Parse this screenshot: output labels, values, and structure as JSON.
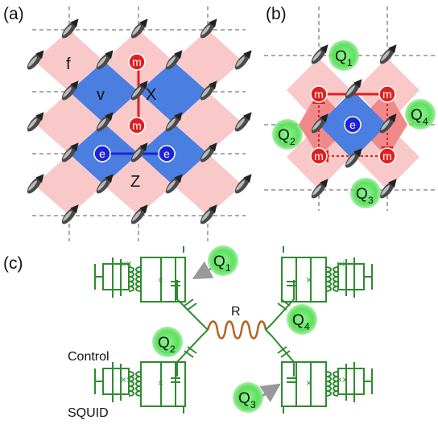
{
  "panels": {
    "a": "(a)",
    "b": "(b)",
    "c": "(c)"
  },
  "lattice": {
    "face_label": "f",
    "vertex_label": "v",
    "x_label": "X",
    "z_label": "Z",
    "m_node": "m",
    "e_node": "e"
  },
  "qubits": {
    "q_letter": "Q",
    "q1": "1",
    "q2": "2",
    "q3": "3",
    "q4": "4"
  },
  "circuit": {
    "resonator_label": "R",
    "control_label": "Control",
    "squid_label": "SQUID"
  },
  "colors": {
    "face": "#f9c9c9",
    "vertex": "#4a7ee0",
    "m_node": "#e02020",
    "e_node": "#1e22d8",
    "qubit_glow": "#5ee05e",
    "wire": "#2e8b2e",
    "resonator": "#b0641e",
    "spin": "#555555"
  },
  "icons": {
    "spin": "spin-arrow-icon",
    "pointer": "gray-pointer-arrow-icon"
  }
}
